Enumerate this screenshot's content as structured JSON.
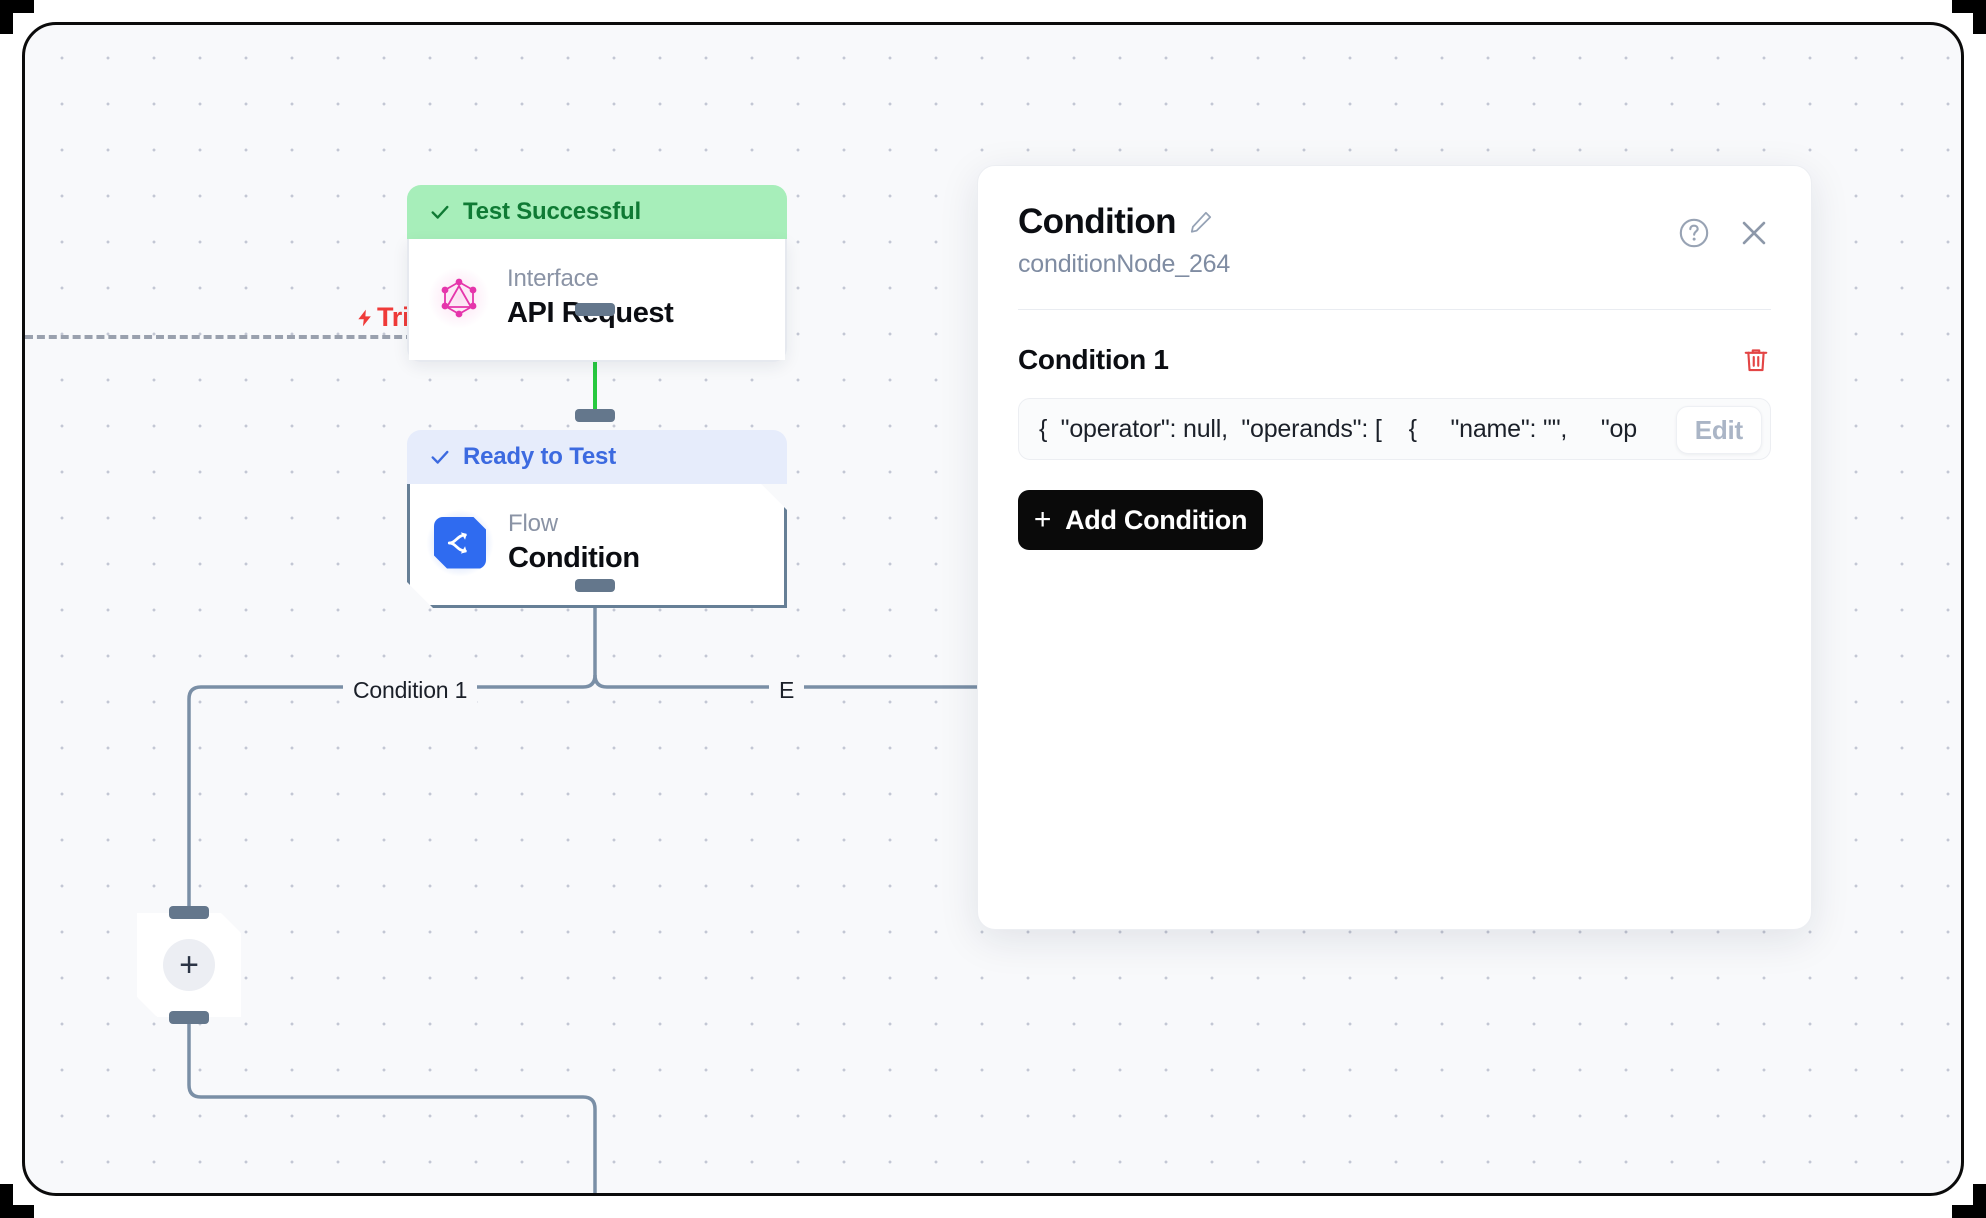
{
  "canvas": {
    "trigger": {
      "label": "Trigger",
      "icon": "lightning-bolt-icon",
      "color": "#ef3b39"
    },
    "nodes": [
      {
        "id": "api-request",
        "status": "Test Successful",
        "status_type": "success",
        "status_color": "#a7eeba",
        "status_text_color": "#0f7a34",
        "kind": "Interface",
        "title": "API Request",
        "icon": "graphql-icon",
        "selected": false
      },
      {
        "id": "condition",
        "status": "Ready to Test",
        "status_type": "ready",
        "status_color": "#e6ecfb",
        "status_text_color": "#3c6ae0",
        "kind": "Flow",
        "title": "Condition",
        "icon": "flow-branch-icon",
        "selected": true
      }
    ],
    "placeholder_node": {
      "label": "+",
      "icon": "plus-icon"
    },
    "edge_labels": [
      "Condition 1",
      "E"
    ],
    "edge_active_color": "#27c93f",
    "edge_color": "#7a8fa6"
  },
  "panel": {
    "title": "Condition",
    "edit_title_icon": "pencil-icon",
    "subtitle": "conditionNode_264",
    "help_icon": "help-circle-icon",
    "close_icon": "close-icon",
    "condition": {
      "heading": "Condition 1",
      "delete_icon": "trash-icon",
      "delete_color": "#e34545",
      "value": "{  \"operator\": null,  \"operands\": [    {     \"name\": \"\",     \"op",
      "edit_label": "Edit"
    },
    "add_condition_label": "Add Condition",
    "add_condition_plus": "+"
  }
}
